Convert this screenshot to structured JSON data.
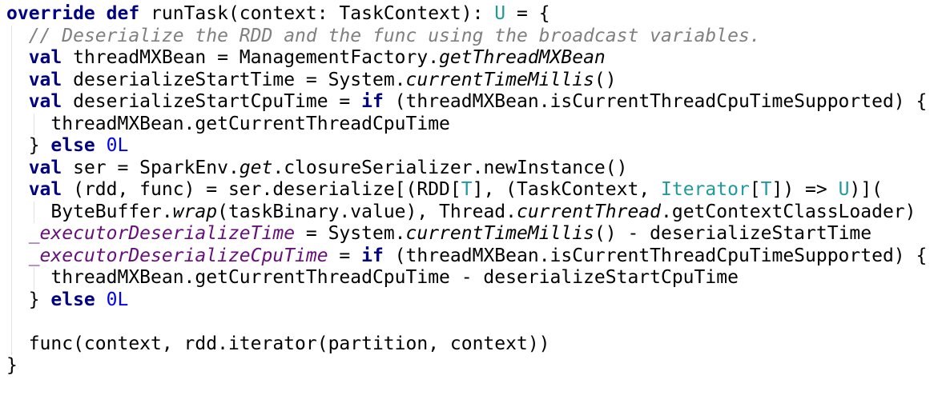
{
  "editor": {
    "lines": [
      {
        "tokens": [
          {
            "t": "override",
            "c": "kw"
          },
          {
            "t": " ",
            "c": "plain"
          },
          {
            "t": "def",
            "c": "kw"
          },
          {
            "t": " runTask(context: TaskContext): ",
            "c": "plain"
          },
          {
            "t": "U",
            "c": "type"
          },
          {
            "t": " = {",
            "c": "plain"
          }
        ]
      },
      {
        "tokens": [
          {
            "t": "  ",
            "c": "plain"
          },
          {
            "t": "// Deserialize the RDD and the func using the broadcast variables.",
            "c": "comment"
          }
        ]
      },
      {
        "tokens": [
          {
            "t": "  ",
            "c": "plain"
          },
          {
            "t": "val",
            "c": "kw"
          },
          {
            "t": " threadMXBean = ManagementFactory.",
            "c": "plain"
          },
          {
            "t": "getThreadMXBean",
            "c": "italic"
          }
        ]
      },
      {
        "tokens": [
          {
            "t": "  ",
            "c": "plain"
          },
          {
            "t": "val",
            "c": "kw"
          },
          {
            "t": " deserializeStartTime = System.",
            "c": "plain"
          },
          {
            "t": "currentTimeMillis",
            "c": "italic"
          },
          {
            "t": "()",
            "c": "plain"
          }
        ]
      },
      {
        "tokens": [
          {
            "t": "  ",
            "c": "plain"
          },
          {
            "t": "val",
            "c": "kw"
          },
          {
            "t": " deserializeStartCpuTime = ",
            "c": "plain"
          },
          {
            "t": "if",
            "c": "kw"
          },
          {
            "t": " (threadMXBean.isCurrentThreadCpuTimeSupported) {",
            "c": "plain"
          }
        ]
      },
      {
        "tokens": [
          {
            "t": "    threadMXBean.getCurrentThreadCpuTime",
            "c": "plain"
          }
        ]
      },
      {
        "tokens": [
          {
            "t": "  } ",
            "c": "plain"
          },
          {
            "t": "else",
            "c": "kw"
          },
          {
            "t": " ",
            "c": "plain"
          },
          {
            "t": "0L",
            "c": "num"
          }
        ]
      },
      {
        "tokens": [
          {
            "t": "  ",
            "c": "plain"
          },
          {
            "t": "val",
            "c": "kw"
          },
          {
            "t": " ser = SparkEnv.",
            "c": "plain"
          },
          {
            "t": "get",
            "c": "italic"
          },
          {
            "t": ".closureSerializer.newInstance()",
            "c": "plain"
          }
        ]
      },
      {
        "tokens": [
          {
            "t": "  ",
            "c": "plain"
          },
          {
            "t": "val",
            "c": "kw"
          },
          {
            "t": " (rdd, func) = ser.deserialize[(RDD[",
            "c": "plain"
          },
          {
            "t": "T",
            "c": "type"
          },
          {
            "t": "], (TaskContext, ",
            "c": "plain"
          },
          {
            "t": "Iterator",
            "c": "type"
          },
          {
            "t": "[",
            "c": "plain"
          },
          {
            "t": "T",
            "c": "type"
          },
          {
            "t": "]) => ",
            "c": "plain"
          },
          {
            "t": "U",
            "c": "type"
          },
          {
            "t": ")](",
            "c": "plain"
          }
        ]
      },
      {
        "tokens": [
          {
            "t": "    ByteBuffer.",
            "c": "plain"
          },
          {
            "t": "wrap",
            "c": "italic"
          },
          {
            "t": "(taskBinary.value), Thread.",
            "c": "plain"
          },
          {
            "t": "currentThread",
            "c": "italic"
          },
          {
            "t": ".getContextClassLoader)",
            "c": "plain"
          }
        ]
      },
      {
        "tokens": [
          {
            "t": "  ",
            "c": "plain"
          },
          {
            "t": "_executorDeserializeTime",
            "c": "field"
          },
          {
            "t": " = System.",
            "c": "plain"
          },
          {
            "t": "currentTimeMillis",
            "c": "italic"
          },
          {
            "t": "() - deserializeStartTime",
            "c": "plain"
          }
        ]
      },
      {
        "tokens": [
          {
            "t": "  ",
            "c": "plain"
          },
          {
            "t": "_executorDeserializeCpuTime",
            "c": "field"
          },
          {
            "t": " = ",
            "c": "plain"
          },
          {
            "t": "if",
            "c": "kw"
          },
          {
            "t": " (threadMXBean.isCurrentThreadCpuTimeSupported) {",
            "c": "plain"
          }
        ]
      },
      {
        "tokens": [
          {
            "t": "    threadMXBean.getCurrentThreadCpuTime - deserializeStartCpuTime",
            "c": "plain"
          }
        ]
      },
      {
        "tokens": [
          {
            "t": "  } ",
            "c": "plain"
          },
          {
            "t": "else",
            "c": "kw"
          },
          {
            "t": " ",
            "c": "plain"
          },
          {
            "t": "0L",
            "c": "num"
          }
        ]
      },
      {
        "tokens": [
          {
            "t": " ",
            "c": "plain"
          }
        ]
      },
      {
        "tokens": [
          {
            "t": "  func(context, rdd.iterator(partition, context))",
            "c": "plain"
          }
        ]
      },
      {
        "tokens": [
          {
            "t": "}",
            "c": "plain"
          }
        ]
      }
    ]
  },
  "colors": {
    "keyword": "#000080",
    "comment": "#808080",
    "type_param": "#20999d",
    "number": "#0000ff",
    "field": "#660e7a",
    "text": "#000000",
    "background": "#ffffff",
    "indent_guide": "#e2e2e2"
  }
}
